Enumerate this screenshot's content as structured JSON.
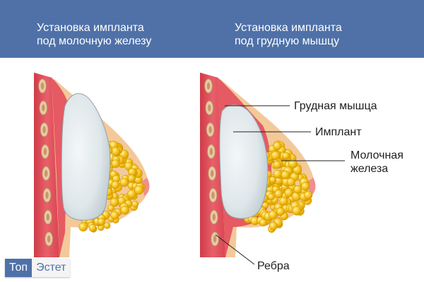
{
  "header": {
    "left_title": [
      "Установка импланта",
      "под молочную железу"
    ],
    "right_title": [
      "Установка импланта",
      "под грудную мышцу"
    ]
  },
  "labels": {
    "muscle": "Грудная мышца",
    "implant": "Имплант",
    "gland": [
      "Молочная",
      "железа"
    ],
    "ribs": "Ребра"
  },
  "logo": {
    "part1": "Топ",
    "part2": "Эстет"
  },
  "colors": {
    "header": "#4f71a8",
    "skin": "#f3c99a",
    "muscle": "#e4525e",
    "rib": "#e8c9a6",
    "implant": "#dce6ea",
    "fat": "#f5c11a"
  }
}
